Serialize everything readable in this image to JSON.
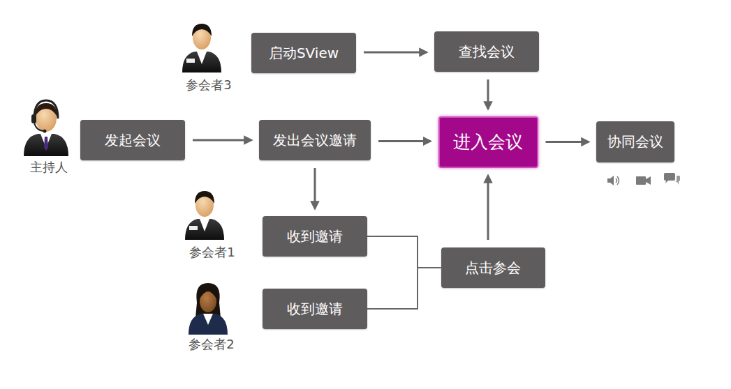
{
  "diagram": {
    "nodes": [
      {
        "text": [
          "启动SView"
        ]
      },
      {
        "text": [
          "查找会议"
        ]
      },
      {
        "text": [
          "发起会议"
        ]
      },
      {
        "text": [
          "发出会议邀请"
        ]
      },
      {
        "text": [
          "进入会议"
        ]
      },
      {
        "text": [
          "协同会议"
        ]
      },
      {
        "text": [
          "收到邀请"
        ]
      },
      {
        "text": [
          "点击参会"
        ]
      },
      {
        "text": [
          "收到邀请"
        ]
      }
    ],
    "edges": [
      {
        "from": 0,
        "to": 1,
        "arrow": "to"
      },
      {
        "from": 1,
        "to": 4,
        "arrow": "to"
      },
      {
        "from": 2,
        "to": 3,
        "arrow": "to"
      },
      {
        "from": 3,
        "to": 4,
        "arrow": "to"
      },
      {
        "from": 3,
        "to": 6,
        "arrow": "to"
      },
      {
        "from": 4,
        "to": 5,
        "arrow": "to"
      },
      {
        "from": 6,
        "to": 7,
        "arrow": "none"
      },
      {
        "from": 8,
        "to": 7,
        "arrow": "none"
      },
      {
        "from": 7,
        "to": 4,
        "arrow": "to"
      }
    ],
    "labels": [
      "参会者3",
      "主持人",
      "参会者1",
      "参会者2"
    ]
  }
}
